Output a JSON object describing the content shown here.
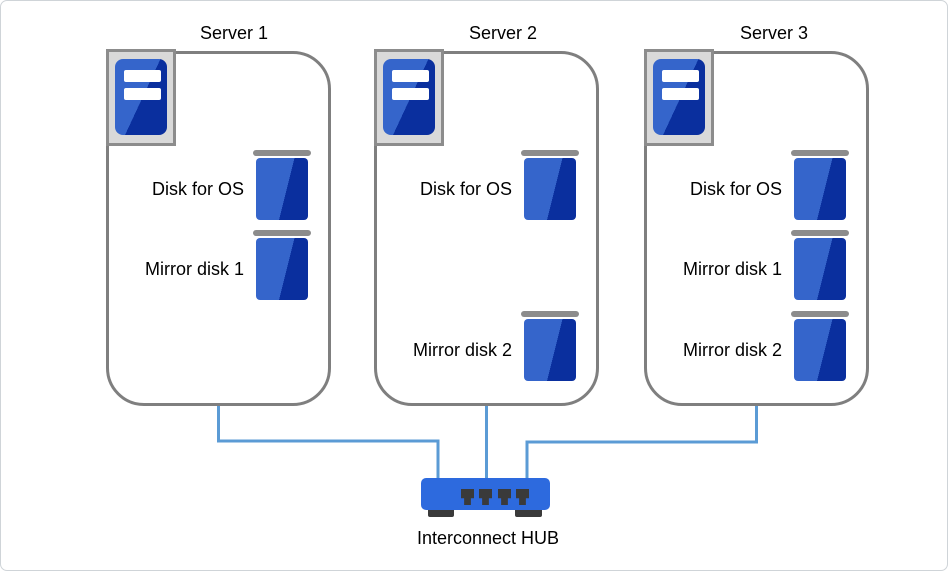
{
  "diagram": {
    "title_area": {
      "servers": [
        {
          "title": "Server 1",
          "icon": "tower-server-icon",
          "disks": [
            {
              "label": "Disk for OS",
              "icon": "disk-icon"
            },
            {
              "label": "Mirror disk 1",
              "icon": "disk-icon"
            }
          ]
        },
        {
          "title": "Server 2",
          "icon": "tower-server-icon",
          "disks": [
            {
              "label": "Disk for OS",
              "icon": "disk-icon"
            },
            {
              "label": "Mirror disk 2",
              "icon": "disk-icon"
            }
          ]
        },
        {
          "title": "Server 3",
          "icon": "tower-server-icon",
          "disks": [
            {
              "label": "Disk for OS",
              "icon": "disk-icon"
            },
            {
              "label": "Mirror disk 1",
              "icon": "disk-icon"
            },
            {
              "label": "Mirror disk 2",
              "icon": "disk-icon"
            }
          ]
        }
      ],
      "hub": {
        "label": "Interconnect HUB",
        "icon": "network-hub-icon",
        "ports": 4
      },
      "connections": [
        "Server 1 to Interconnect HUB",
        "Server 2 to Interconnect HUB",
        "Server 3 to Interconnect HUB"
      ]
    },
    "colors": {
      "disk_light": "#3565cb",
      "disk_dark": "#0a2f9e",
      "hub_blue": "#2d6ade",
      "connector": "#5b9bd5",
      "box_border": "#7f7f7f",
      "icon_frame": "#d9d9d9",
      "icon_frame_border": "#8c8c8c",
      "port_dark": "#3a3a3a",
      "cap_gray": "#8c8c8c"
    }
  }
}
